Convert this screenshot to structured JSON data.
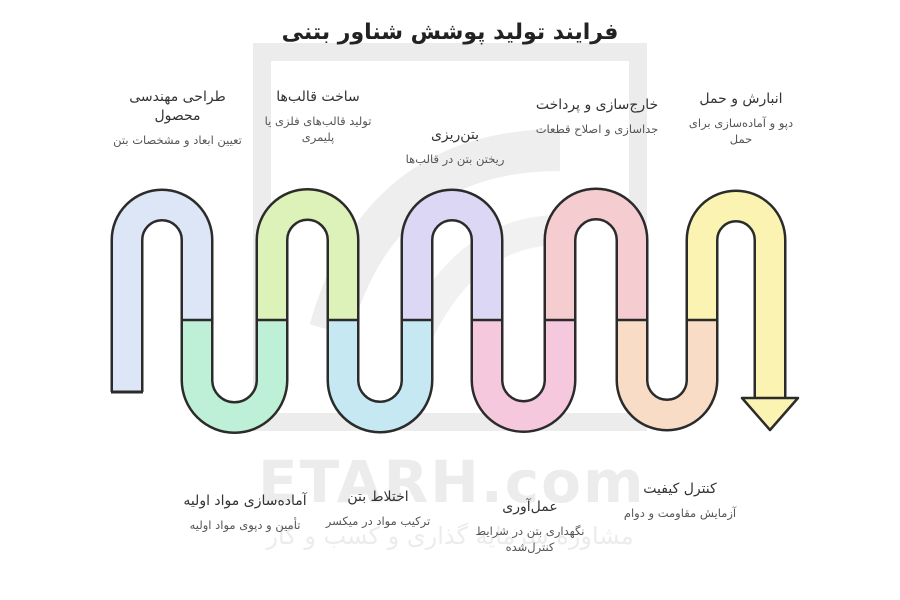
{
  "title": "فرایند تولید پوشش شناور بتنی",
  "watermark": {
    "brand": "ETARH.com",
    "tagline": "مشاوره سرمایه گذاری و کسب و کار",
    "color": "#e6e6e6"
  },
  "steps": [
    {
      "title": "طراحی مهندسی محصول",
      "desc": "تعیین ابعاد و مشخصات بتن",
      "color": "#dce6f7",
      "position": "top"
    },
    {
      "title": "آماده‌سازی مواد اولیه",
      "desc": "تأمین و دپوی مواد اولیه",
      "color": "#bdf0d6",
      "position": "bottom"
    },
    {
      "title": "ساخت قالب‌ها",
      "desc": "تولید قالب‌های فلزی یا پلیمری",
      "color": "#dcf2b8",
      "position": "top"
    },
    {
      "title": "اختلاط بتن",
      "desc": "ترکیب مواد در میکسر",
      "color": "#c5e8f3",
      "position": "bottom"
    },
    {
      "title": "بتن‌ریزی",
      "desc": "ریختن بتن در قالب‌ها",
      "color": "#dcd7f4",
      "position": "top"
    },
    {
      "title": "عمل‌آوری",
      "desc": "نگهداری بتن در شرایط کنترل‌شده",
      "color": "#f6c8de",
      "position": "bottom"
    },
    {
      "title": "خارج‌سازی و پرداخت",
      "desc": "جداسازی و اصلاح قطعات",
      "color": "#f5cdd1",
      "position": "top"
    },
    {
      "title": "کنترل کیفیت",
      "desc": "آزمایش مقاومت و دوام",
      "color": "#f8dcc6",
      "position": "bottom"
    },
    {
      "title": "انبارش و حمل",
      "desc": "دپو و آماده‌سازی برای حمل",
      "color": "#faf3b2",
      "position": "top"
    }
  ],
  "outline_color": "#2b2b2b"
}
